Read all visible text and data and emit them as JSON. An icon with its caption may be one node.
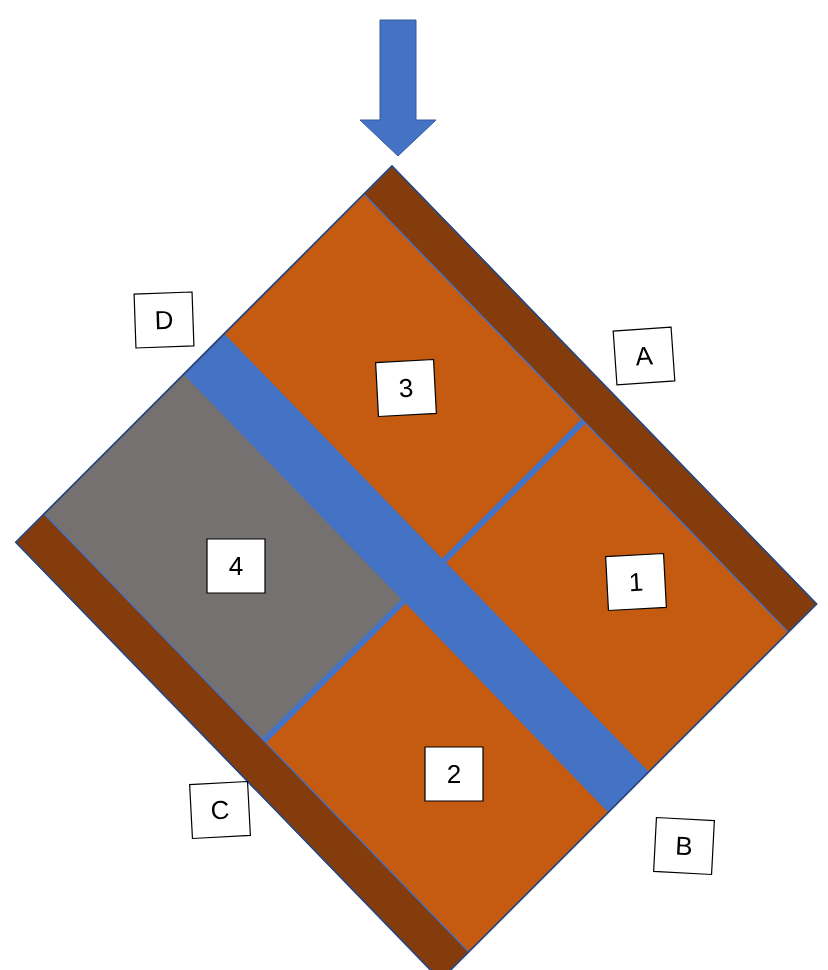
{
  "diagram": {
    "nodes": [
      {
        "text": [
          "D"
        ]
      },
      {
        "text": [
          "A"
        ]
      },
      {
        "text": [
          "3"
        ]
      },
      {
        "text": [
          "4"
        ]
      },
      {
        "text": [
          "1"
        ]
      },
      {
        "text": [
          "2"
        ]
      },
      {
        "text": [
          "C"
        ]
      },
      {
        "text": [
          "B"
        ]
      }
    ]
  }
}
